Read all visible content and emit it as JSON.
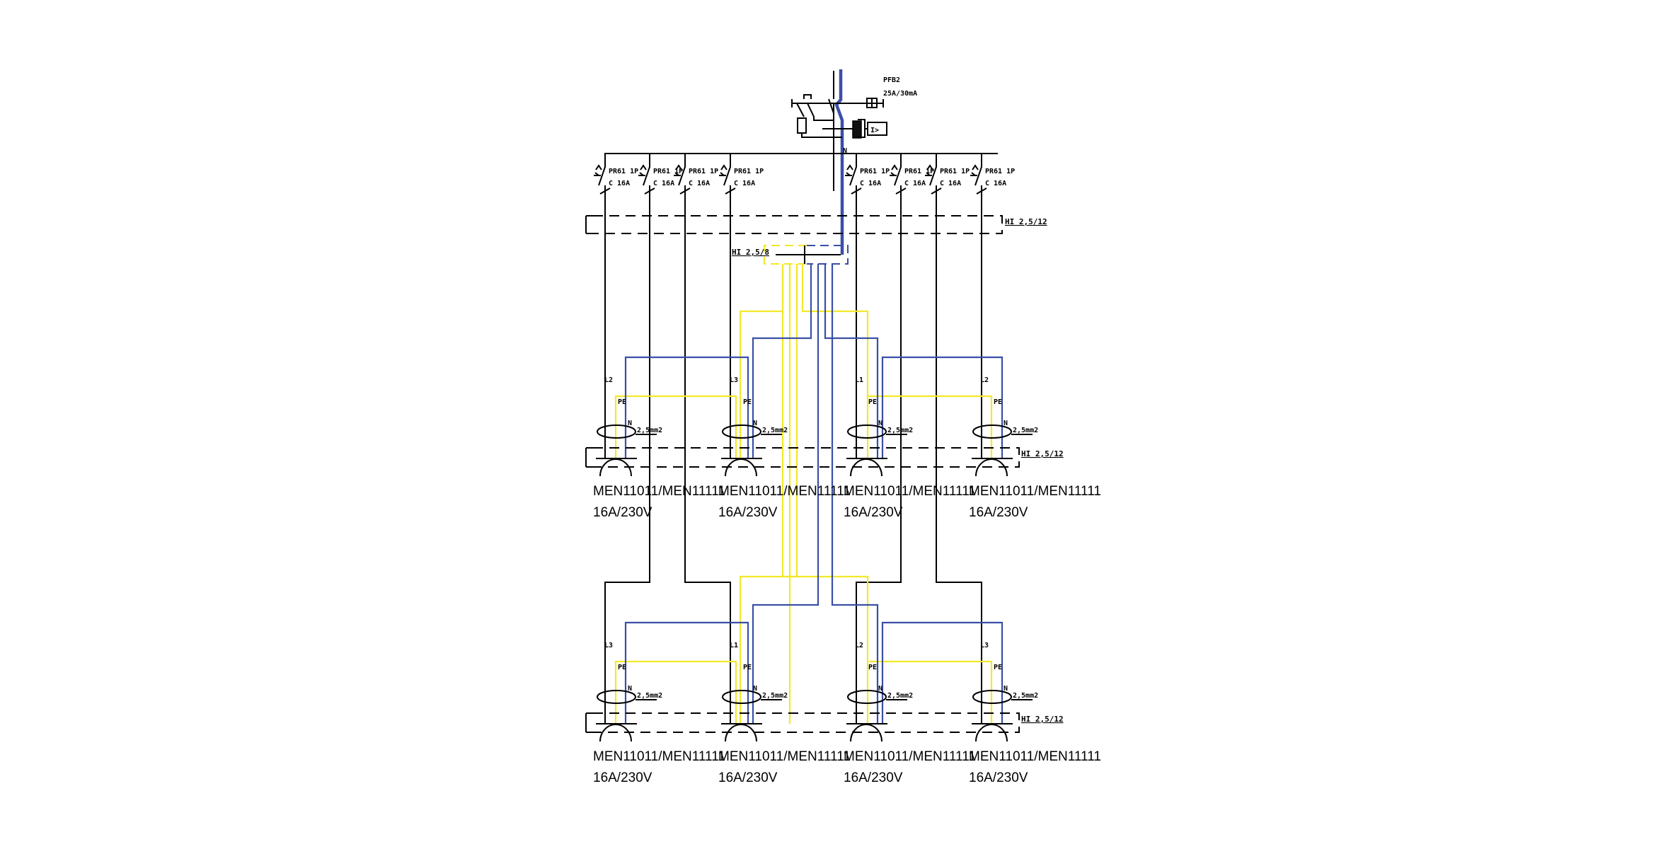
{
  "rcd": {
    "name": "PFB2",
    "rating": "25A/30mA",
    "neutral_label": "N"
  },
  "breakers": [
    {
      "model": "PR61 1P",
      "curve": "C 16A"
    },
    {
      "model": "PR61 1P",
      "curve": "C 16A"
    },
    {
      "model": "PR61 1P",
      "curve": "C 16A"
    },
    {
      "model": "PR61 1P",
      "curve": "C 16A"
    },
    {
      "model": "PR61 1P",
      "curve": "C 16A"
    },
    {
      "model": "PR61 1P",
      "curve": "C 16A"
    },
    {
      "model": "PR61 1P",
      "curve": "C 16A"
    },
    {
      "model": "PR61 1P",
      "curve": "C 16A"
    }
  ],
  "enclosures": {
    "breaker_box": "HI 2,5/12",
    "terminal_box": "HI 2,5/8",
    "socket_box_row1": "HI 2,5/12",
    "socket_box_row2": "HI 2,5/12"
  },
  "sockets": {
    "row1": [
      {
        "phase": "L2",
        "pe": "PE",
        "n": "N",
        "cable": "2,5mm2",
        "model": "MEN11011/MEN11111",
        "rating": "16A/230V"
      },
      {
        "phase": "L3",
        "pe": "PE",
        "n": "N",
        "cable": "2,5mm2",
        "model": "MEN11011/MEN11111",
        "rating": "16A/230V"
      },
      {
        "phase": "L1",
        "pe": "PE",
        "n": "N",
        "cable": "2,5mm2",
        "model": "MEN11011/MEN11111",
        "rating": "16A/230V"
      },
      {
        "phase": "L2",
        "pe": "PE",
        "n": "N",
        "cable": "2,5mm2",
        "model": "MEN11011/MEN11111",
        "rating": "16A/230V"
      }
    ],
    "row2": [
      {
        "phase": "L3",
        "pe": "PE",
        "n": "N",
        "cable": "2,5mm2",
        "model": "MEN11011/MEN11111",
        "rating": "16A/230V"
      },
      {
        "phase": "L1",
        "pe": "PE",
        "n": "N",
        "cable": "2,5mm2",
        "model": "MEN11011/MEN11111",
        "rating": "16A/230V"
      },
      {
        "phase": "L2",
        "pe": "PE",
        "n": "N",
        "cable": "2,5mm2",
        "model": "MEN11011/MEN11111",
        "rating": "16A/230V"
      },
      {
        "phase": "L3",
        "pe": "PE",
        "n": "N",
        "cable": "2,5mm2",
        "model": "MEN11011/MEN11111",
        "rating": "16A/230V"
      }
    ]
  },
  "colors": {
    "phase": "#000000",
    "neutral": "#3a4fa8",
    "earth": "#f2e82a"
  }
}
